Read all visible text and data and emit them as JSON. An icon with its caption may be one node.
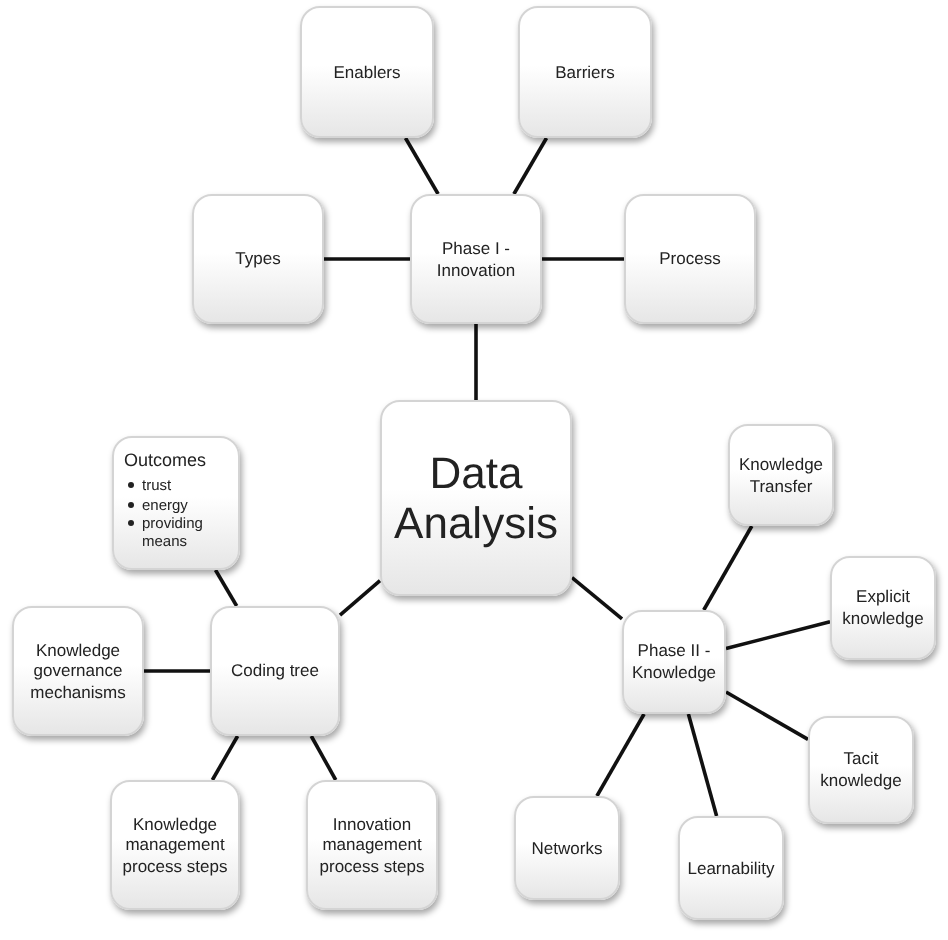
{
  "diagram": {
    "nodes": [
      {
        "text": [
          "Data Analysis"
        ]
      },
      {
        "text": [
          "Enablers"
        ]
      },
      {
        "text": [
          "Barriers"
        ]
      },
      {
        "text": [
          "Types"
        ]
      },
      {
        "text": [
          "Phase I - Innovation"
        ]
      },
      {
        "text": [
          "Process"
        ]
      },
      {
        "text": [
          "Outcomes",
          "trust",
          "energy",
          "providing means"
        ]
      },
      {
        "text": [
          "Knowledge governance mechanisms"
        ]
      },
      {
        "text": [
          "Coding tree"
        ]
      },
      {
        "text": [
          "Knowledge management process steps"
        ]
      },
      {
        "text": [
          "Innovation management process steps"
        ]
      },
      {
        "text": [
          "Knowledge Transfer"
        ]
      },
      {
        "text": [
          "Explicit knowledge"
        ]
      },
      {
        "text": [
          "Phase II - Knowledge"
        ]
      },
      {
        "text": [
          "Tacit knowledge"
        ]
      },
      {
        "text": [
          "Networks"
        ]
      },
      {
        "text": [
          "Learnability"
        ]
      }
    ],
    "edges": [
      {
        "from": 0,
        "to": 4,
        "arrow": "none"
      },
      {
        "from": 4,
        "to": 1,
        "arrow": "none"
      },
      {
        "from": 4,
        "to": 2,
        "arrow": "none"
      },
      {
        "from": 4,
        "to": 3,
        "arrow": "none"
      },
      {
        "from": 4,
        "to": 5,
        "arrow": "none"
      },
      {
        "from": 0,
        "to": 8,
        "arrow": "none"
      },
      {
        "from": 8,
        "to": 6,
        "arrow": "none"
      },
      {
        "from": 8,
        "to": 7,
        "arrow": "none"
      },
      {
        "from": 8,
        "to": 9,
        "arrow": "none"
      },
      {
        "from": 8,
        "to": 10,
        "arrow": "none"
      },
      {
        "from": 0,
        "to": 13,
        "arrow": "none"
      },
      {
        "from": 13,
        "to": 11,
        "arrow": "none"
      },
      {
        "from": 13,
        "to": 12,
        "arrow": "none"
      },
      {
        "from": 13,
        "to": 14,
        "arrow": "none"
      },
      {
        "from": 13,
        "to": 15,
        "arrow": "none"
      },
      {
        "from": 13,
        "to": 16,
        "arrow": "none"
      }
    ]
  }
}
